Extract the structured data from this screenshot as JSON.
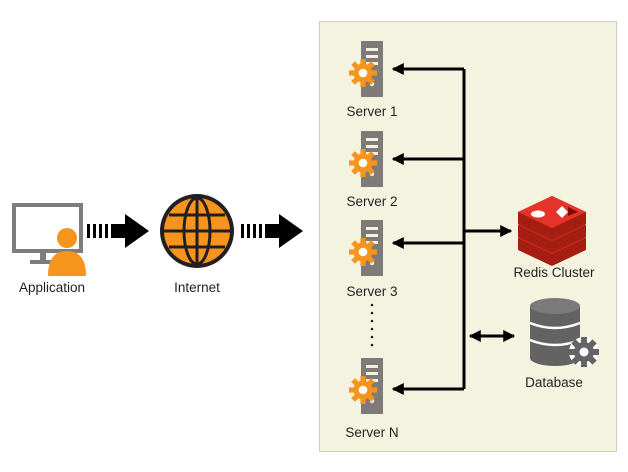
{
  "nodes": {
    "application": {
      "label": "Application",
      "icon": "user-computer-icon"
    },
    "internet": {
      "label": "Internet",
      "icon": "globe-icon"
    },
    "servers": [
      {
        "label": "Server 1",
        "icon": "server-gear-icon"
      },
      {
        "label": "Server 2",
        "icon": "server-gear-icon"
      },
      {
        "label": "Server 3",
        "icon": "server-gear-icon"
      },
      {
        "label": "Server N",
        "icon": "server-gear-icon"
      }
    ],
    "redis": {
      "label": "Redis Cluster",
      "icon": "redis-cube-icon"
    },
    "database": {
      "label": "Database",
      "icon": "database-gear-icon"
    }
  },
  "colors": {
    "accent": "#f7941d",
    "server_body": "#7d7a78",
    "server_panel": "#f4f1e0",
    "monitor": "#7d7d7d",
    "redis": "#d82c20",
    "database": "#636363",
    "arrow": "#000000"
  }
}
